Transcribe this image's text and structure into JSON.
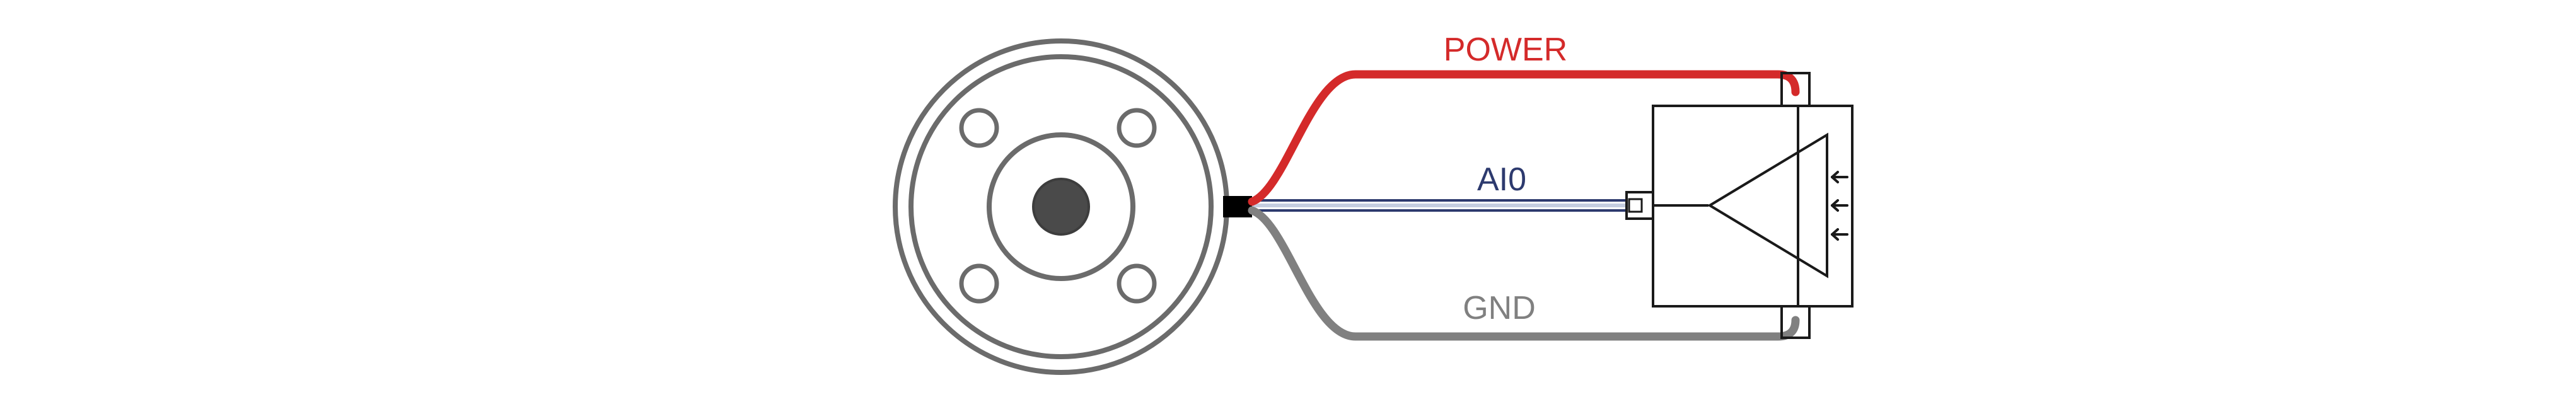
{
  "labels": {
    "power": "POWER",
    "signal": "AI0",
    "ground": "GND"
  },
  "colors": {
    "power": "#d42a2a",
    "signal": "#2d3a6e",
    "ground": "#808080",
    "outline": "#6b6b6b",
    "connector": "#000000",
    "device": "#1a1a1a"
  },
  "icons": {
    "sensor": "load-cell-icon",
    "amplifier": "amplifier-triangle-icon",
    "inputs": "input-arrow-icon"
  }
}
